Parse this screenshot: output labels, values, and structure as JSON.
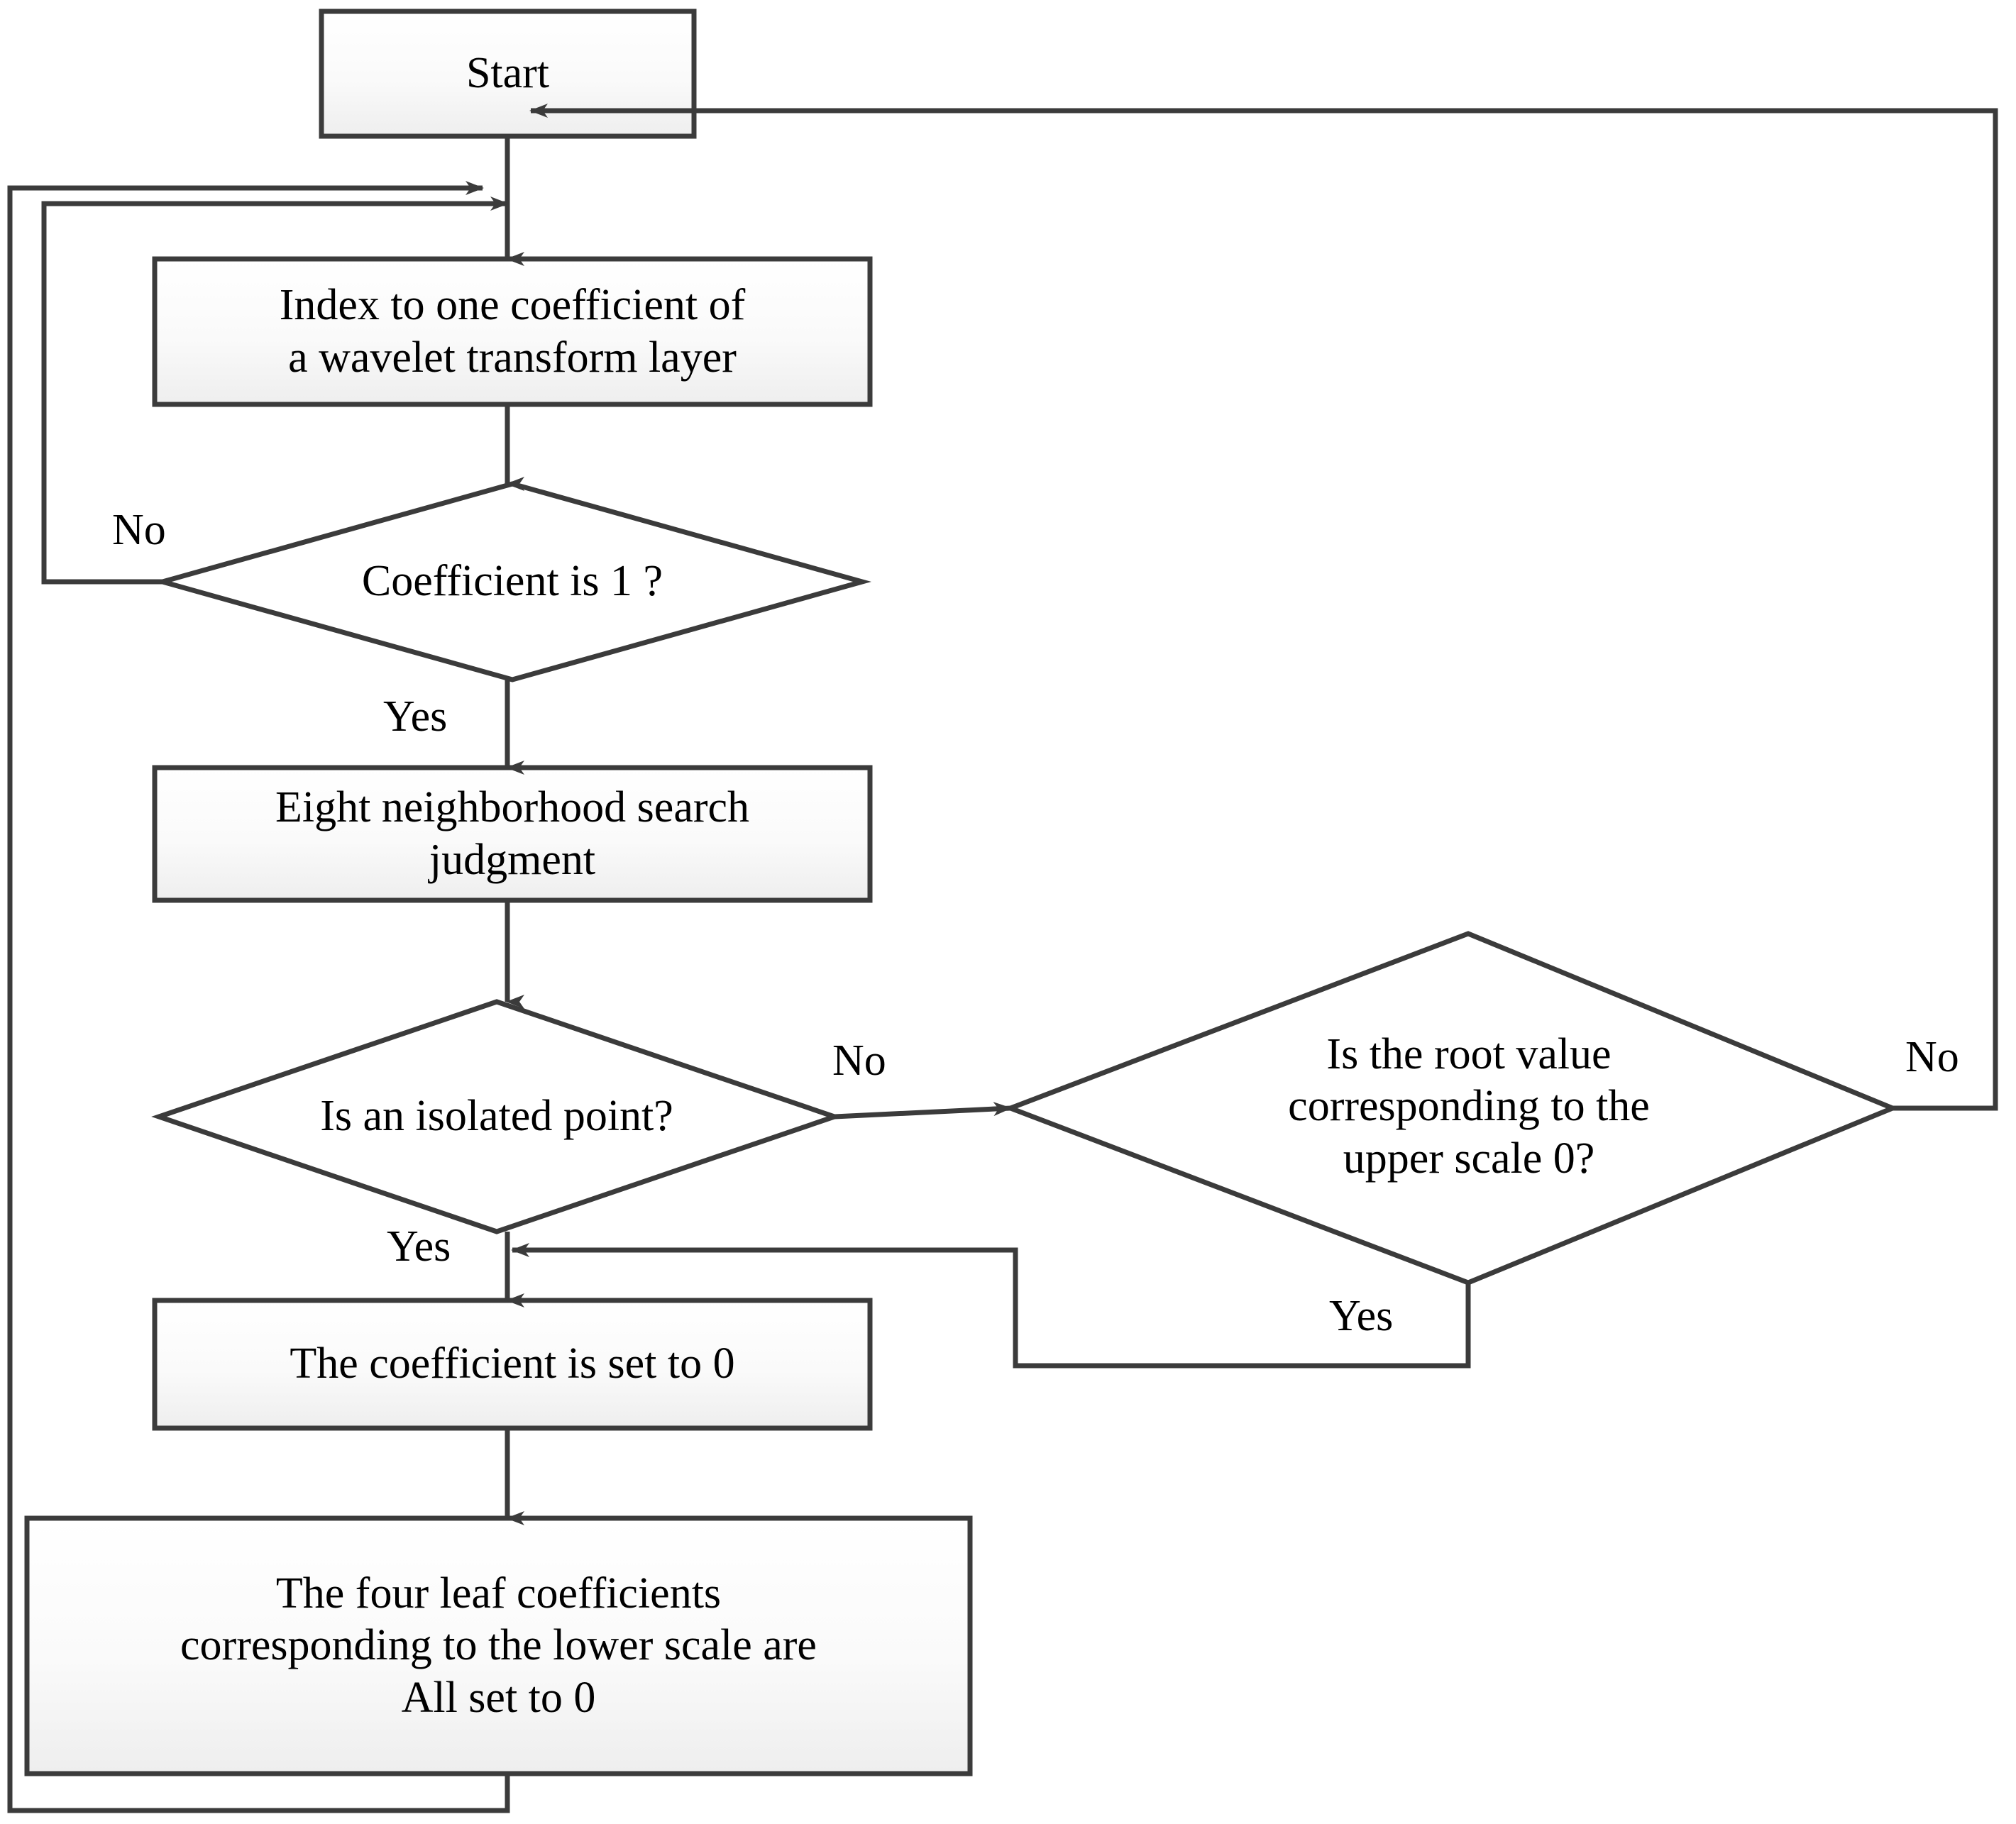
{
  "diagram": {
    "type": "flowchart",
    "title": "Wavelet coefficient isolated-point removal flowchart",
    "background_color": "#ffffff",
    "node_fill_top": "#ffffff",
    "node_fill_bottom": "#eeeeee",
    "node_border_color": "#3b3b3b",
    "line_color": "#3b3b3b",
    "text_color": "#000000"
  },
  "nodes": {
    "start": {
      "label": "Start",
      "shape": "rectangle"
    },
    "index_coefficient": {
      "label": "Index to one coefficient of\na wavelet transform layer",
      "shape": "rectangle"
    },
    "coefficient_is_one": {
      "label": "Coefficient is 1 ?",
      "shape": "diamond"
    },
    "eight_neighborhood": {
      "label": "Eight neighborhood search\njudgment",
      "shape": "rectangle"
    },
    "is_isolated_point": {
      "label": "Is an isolated point?",
      "shape": "diamond"
    },
    "root_value_upper_scale": {
      "label": "Is the root value\ncorresponding to the\nupper scale 0?",
      "shape": "diamond"
    },
    "coefficient_set_zero": {
      "label": "The coefficient is set to 0",
      "shape": "rectangle"
    },
    "four_leaf_coefficients": {
      "label": "The four leaf coefficients\ncorresponding to the lower scale are\nAll set to 0",
      "shape": "rectangle"
    }
  },
  "edge_labels": {
    "coefficient_no": "No",
    "coefficient_yes": "Yes",
    "isolated_no": "No",
    "isolated_yes": "Yes",
    "root_no": "No",
    "root_yes": "Yes"
  },
  "edges": [
    {
      "from": "start",
      "to": "index_coefficient",
      "label": ""
    },
    {
      "from": "index_coefficient",
      "to": "coefficient_is_one",
      "label": ""
    },
    {
      "from": "coefficient_is_one",
      "to": "index_coefficient",
      "label": "No"
    },
    {
      "from": "coefficient_is_one",
      "to": "eight_neighborhood",
      "label": "Yes"
    },
    {
      "from": "eight_neighborhood",
      "to": "is_isolated_point",
      "label": ""
    },
    {
      "from": "is_isolated_point",
      "to": "root_value_upper_scale",
      "label": "No"
    },
    {
      "from": "is_isolated_point",
      "to": "coefficient_set_zero",
      "label": "Yes"
    },
    {
      "from": "root_value_upper_scale",
      "to": "coefficient_set_zero",
      "label": "Yes"
    },
    {
      "from": "root_value_upper_scale",
      "to": "index_coefficient",
      "label": "No"
    },
    {
      "from": "coefficient_set_zero",
      "to": "four_leaf_coefficients",
      "label": ""
    },
    {
      "from": "four_leaf_coefficients",
      "to": "index_coefficient",
      "label": ""
    }
  ]
}
